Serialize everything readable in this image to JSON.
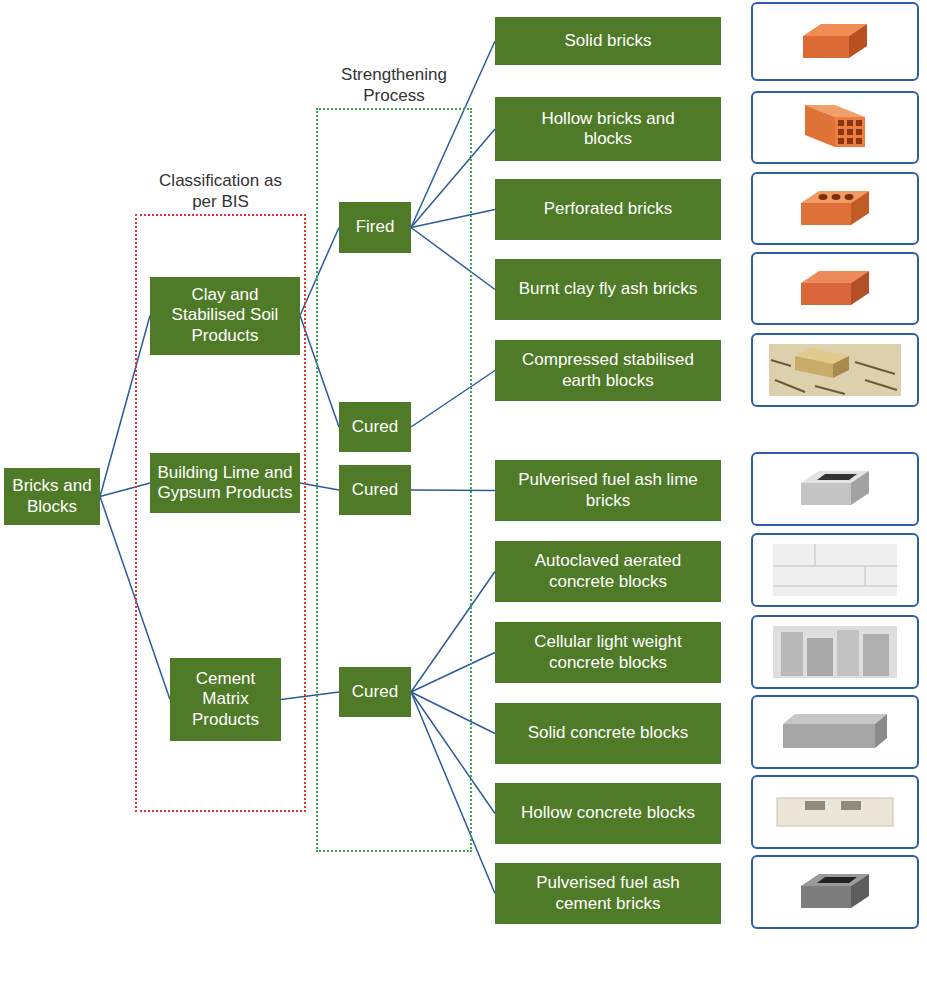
{
  "diagram": {
    "nodes": [
      {
        "text": [
          "Bricks and Blocks"
        ]
      },
      {
        "text": [
          "Classification as per BIS"
        ]
      },
      {
        "text": [
          "Clay and Stabilised Soil Products"
        ],
        "in": 1
      },
      {
        "text": [
          "Building Lime and Gypsum Products"
        ],
        "in": 1
      },
      {
        "text": [
          "Cement Matrix Products"
        ],
        "in": 1
      },
      {
        "text": [
          "Strengthening Process"
        ]
      },
      {
        "text": [
          "Fired"
        ],
        "in": 5
      },
      {
        "text": [
          "Cured"
        ],
        "in": 5
      },
      {
        "text": [
          "Cured"
        ],
        "in": 5
      },
      {
        "text": [
          "Cured"
        ],
        "in": 5
      },
      {
        "text": [
          "Solid bricks"
        ]
      },
      {
        "text": [
          "Hollow bricks and blocks"
        ]
      },
      {
        "text": [
          "Perforated bricks"
        ]
      },
      {
        "text": [
          "Burnt clay fly ash bricks"
        ]
      },
      {
        "text": [
          "Compressed stabilised earth blocks"
        ]
      },
      {
        "text": [
          "Pulverised fuel ash lime bricks"
        ]
      },
      {
        "text": [
          "Autoclaved aerated concrete blocks"
        ]
      },
      {
        "text": [
          "Cellular light weight concrete blocks"
        ]
      },
      {
        "text": [
          "Solid concrete blocks"
        ]
      },
      {
        "text": [
          "Hollow concrete blocks"
        ]
      },
      {
        "text": [
          "Pulverised fuel ash cement bricks"
        ]
      }
    ],
    "edges": [
      {
        "from": 0,
        "to": 2,
        "arrow": "none"
      },
      {
        "from": 0,
        "to": 3,
        "arrow": "none"
      },
      {
        "from": 0,
        "to": 4,
        "arrow": "none"
      },
      {
        "from": 2,
        "to": 6,
        "arrow": "none"
      },
      {
        "from": 2,
        "to": 7,
        "arrow": "none"
      },
      {
        "from": 3,
        "to": 8,
        "arrow": "none"
      },
      {
        "from": 4,
        "to": 9,
        "arrow": "none"
      },
      {
        "from": 6,
        "to": 10,
        "arrow": "none"
      },
      {
        "from": 6,
        "to": 11,
        "arrow": "none"
      },
      {
        "from": 6,
        "to": 12,
        "arrow": "none"
      },
      {
        "from": 6,
        "to": 13,
        "arrow": "none"
      },
      {
        "from": 7,
        "to": 14,
        "arrow": "none"
      },
      {
        "from": 8,
        "to": 15,
        "arrow": "none"
      },
      {
        "from": 9,
        "to": 16,
        "arrow": "none"
      },
      {
        "from": 9,
        "to": 17,
        "arrow": "none"
      },
      {
        "from": 9,
        "to": 18,
        "arrow": "none"
      },
      {
        "from": 9,
        "to": 19,
        "arrow": "none"
      },
      {
        "from": 9,
        "to": 20,
        "arrow": "none"
      }
    ]
  }
}
